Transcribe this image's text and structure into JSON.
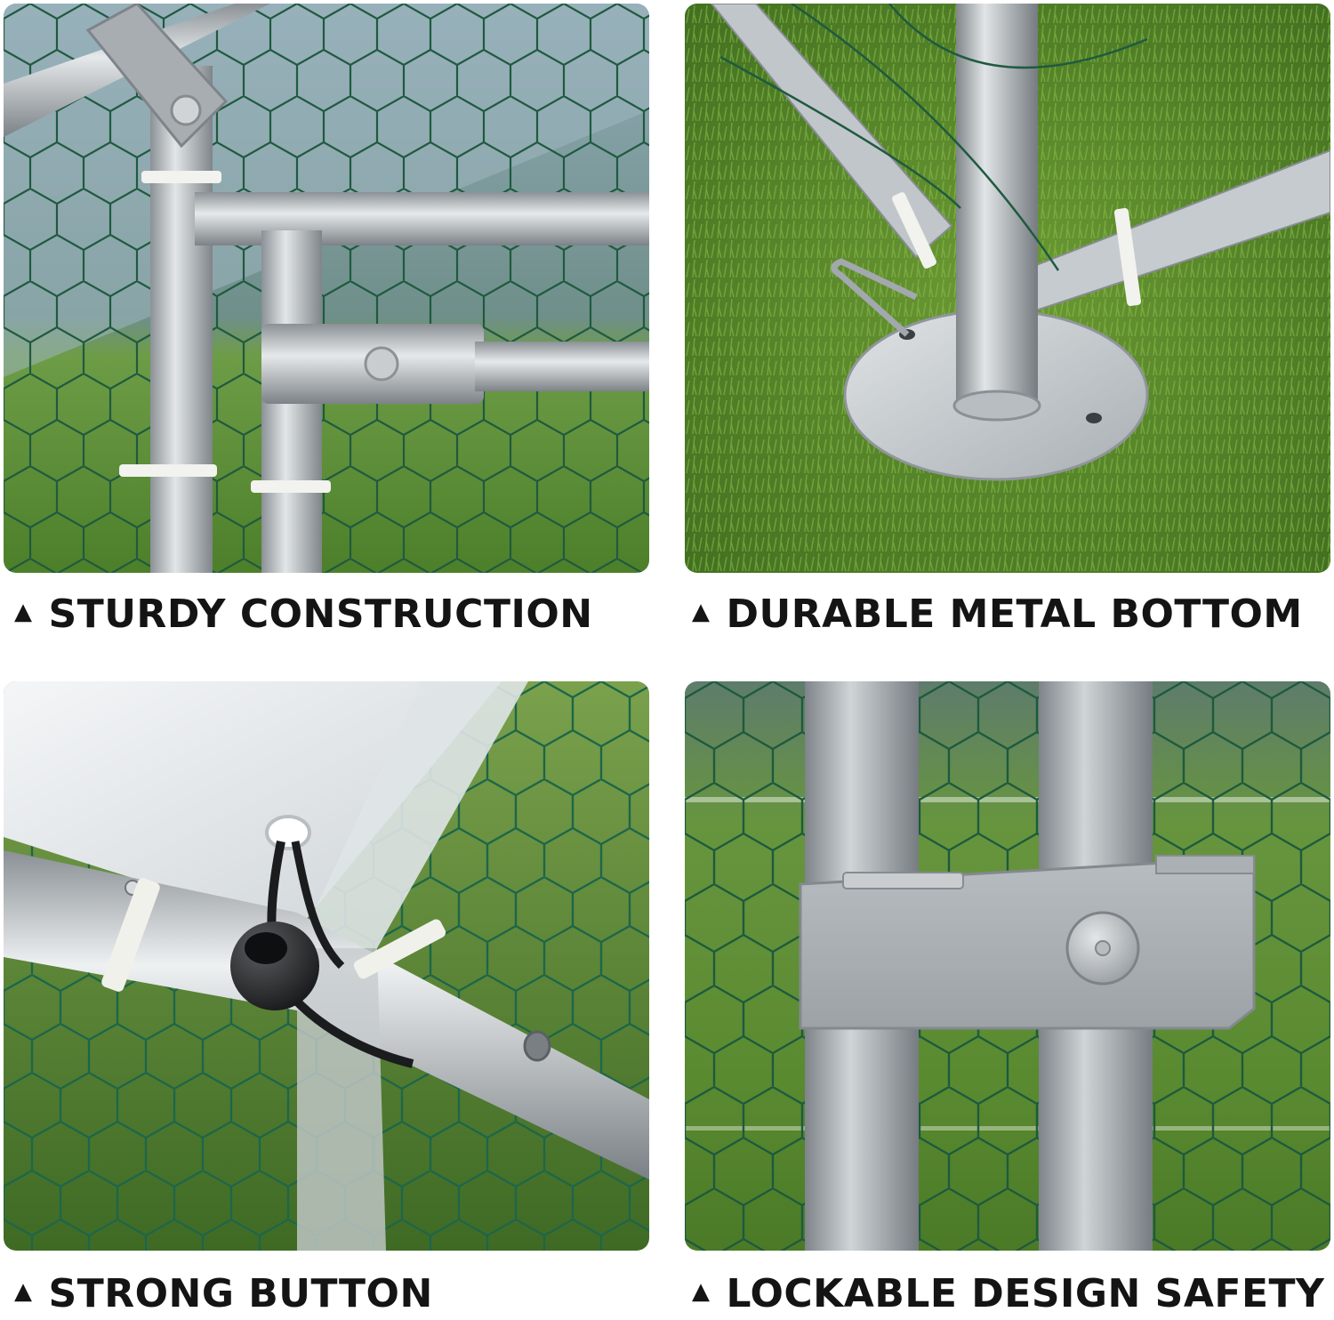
{
  "panels": [
    {
      "caption": "STURDY CONSTRUCTION",
      "marker": "▲",
      "scene": "galvanized-frame-joint-photo"
    },
    {
      "caption": "DURABLE METAL BOTTOM",
      "marker": "▲",
      "scene": "metal-base-plate-on-grass-photo"
    },
    {
      "caption": "STRONG BUTTON",
      "marker": "▲",
      "scene": "bungee-ball-tie-photo"
    },
    {
      "caption": "LOCKABLE DESIGN SAFETY",
      "marker": "▲",
      "scene": "door-latch-bracket-photo"
    }
  ],
  "colors": {
    "steel": "#b9bec2",
    "mesh": "#1f5a3f",
    "grass": "#5a8a2c",
    "cover": "#e6ebee",
    "text": "#141414"
  }
}
